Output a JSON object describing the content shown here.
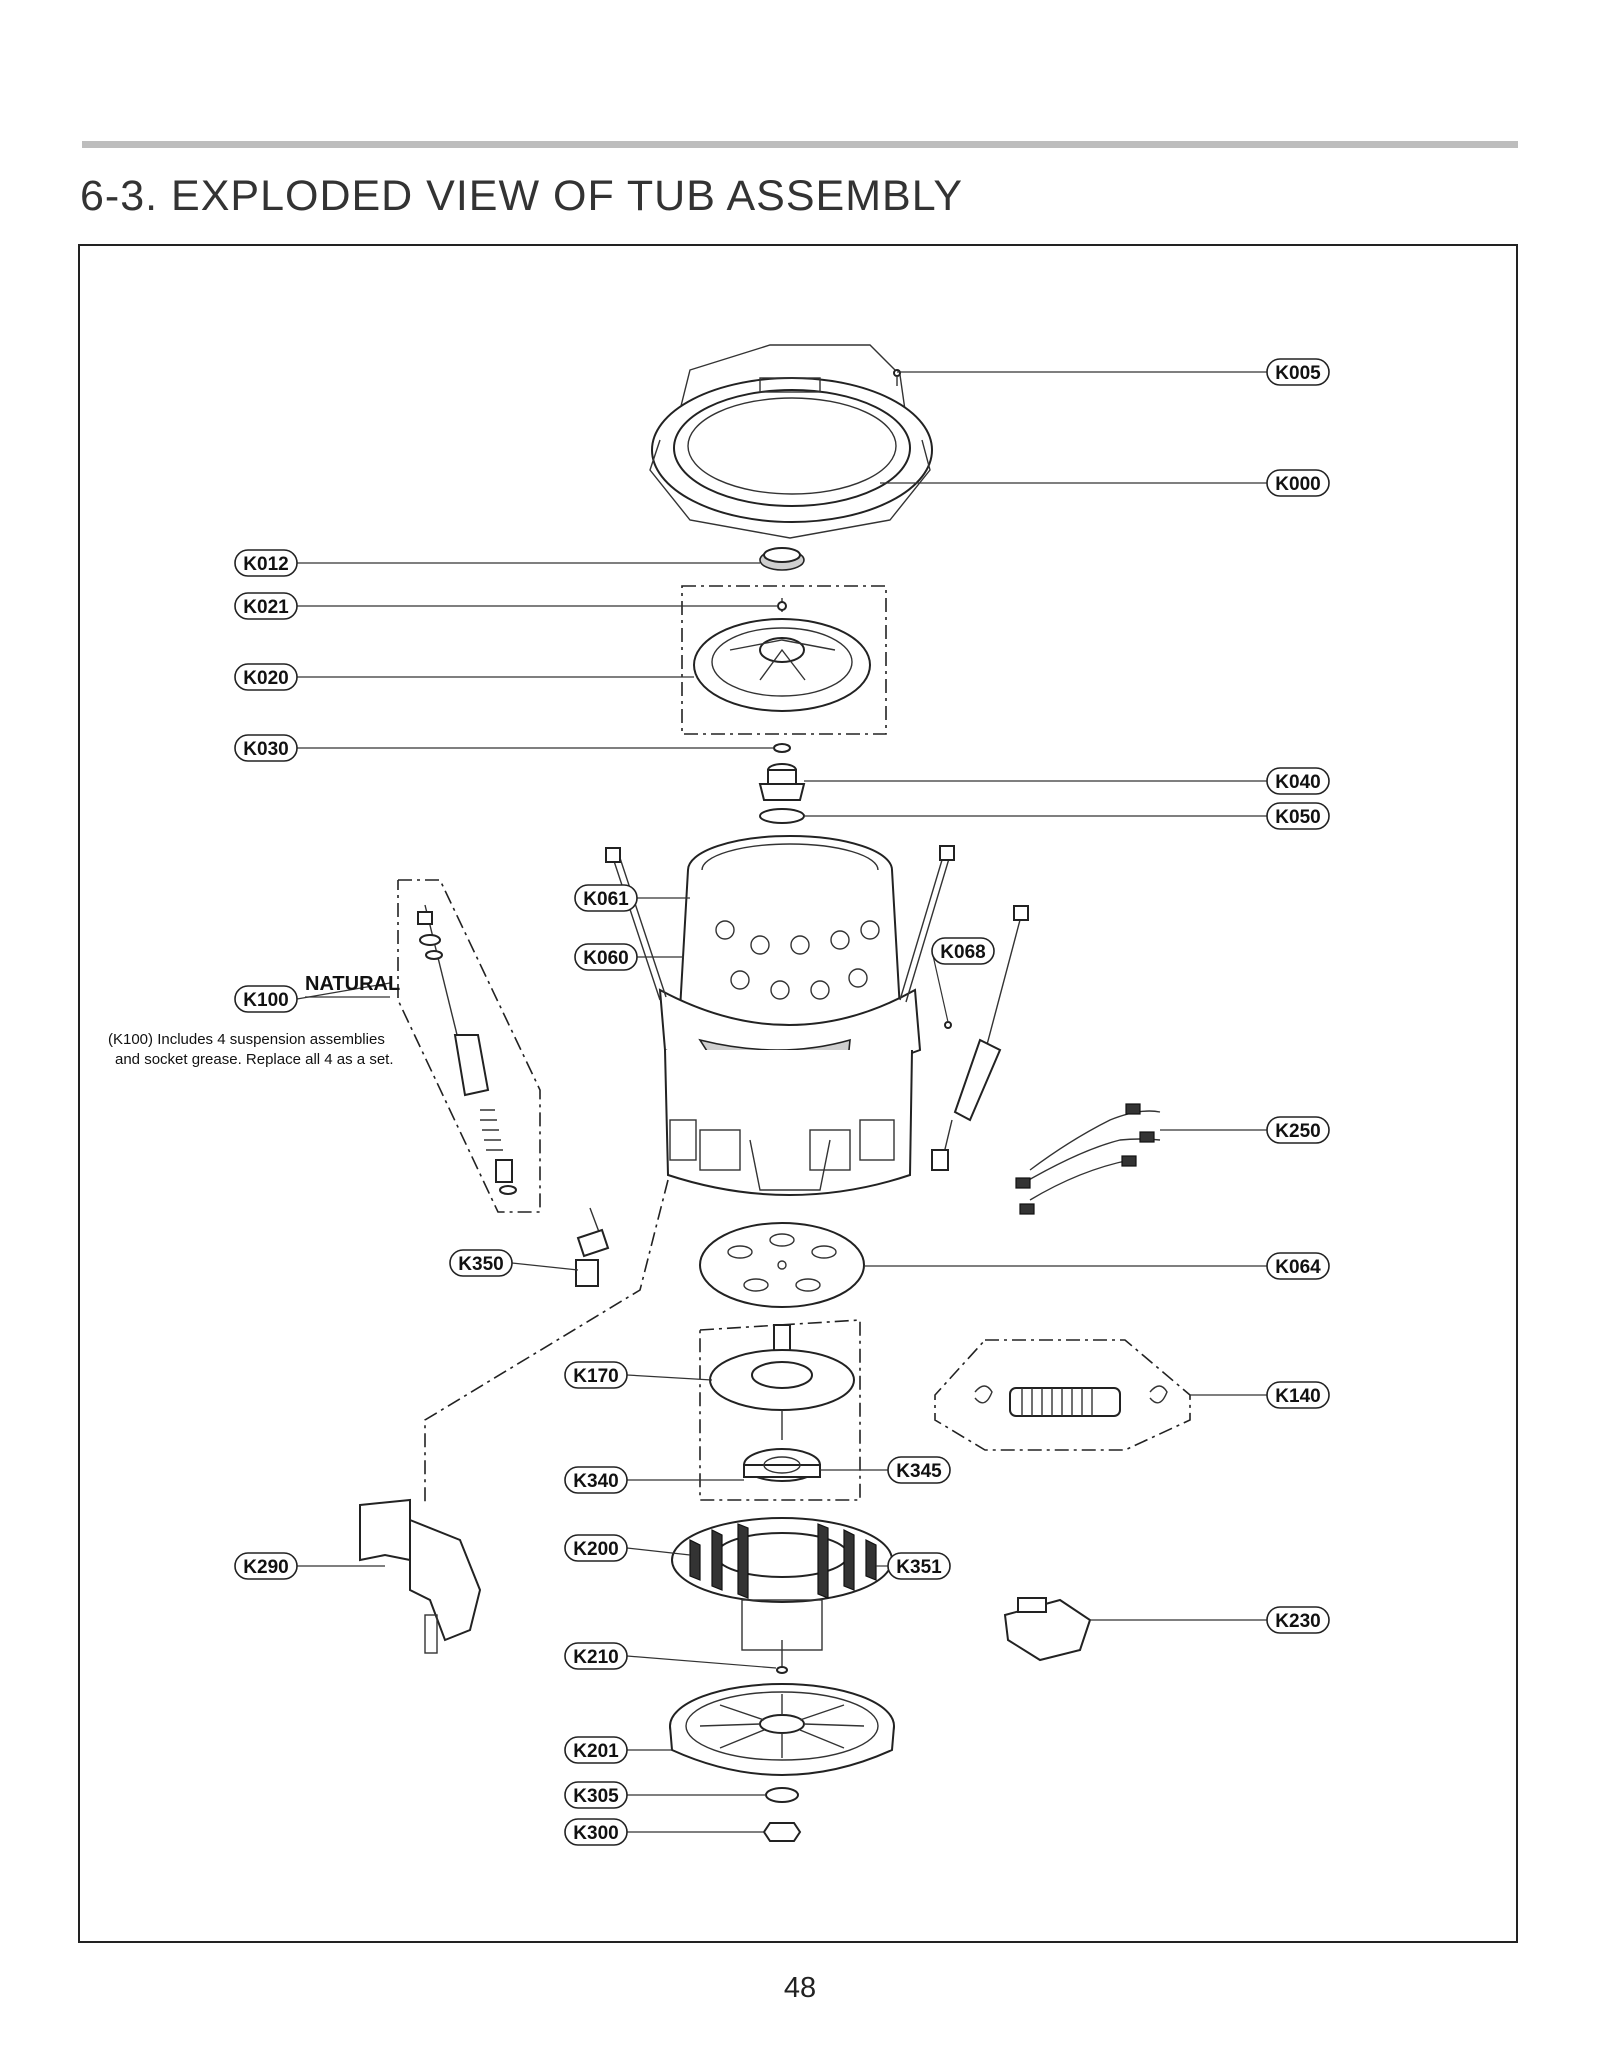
{
  "page": {
    "title": "6-3. EXPLODED VIEW OF TUB ASSEMBLY",
    "page_number": "48"
  },
  "note": {
    "label": "NATURAL",
    "line1": "(K100) Includes 4 suspension assemblies",
    "line2": "and socket grease. Replace all 4 as a set."
  },
  "callouts": {
    "K005": "K005",
    "K000": "K000",
    "K012": "K012",
    "K021": "K021",
    "K020": "K020",
    "K030": "K030",
    "K040": "K040",
    "K050": "K050",
    "K061": "K061",
    "K060": "K060",
    "K068": "K068",
    "K100": "K100",
    "K250": "K250",
    "K350": "K350",
    "K064": "K064",
    "K170": "K170",
    "K140": "K140",
    "K340": "K340",
    "K345": "K345",
    "K200": "K200",
    "K351": "K351",
    "K290": "K290",
    "K230": "K230",
    "K210": "K210",
    "K201": "K201",
    "K305": "K305",
    "K300": "K300"
  }
}
